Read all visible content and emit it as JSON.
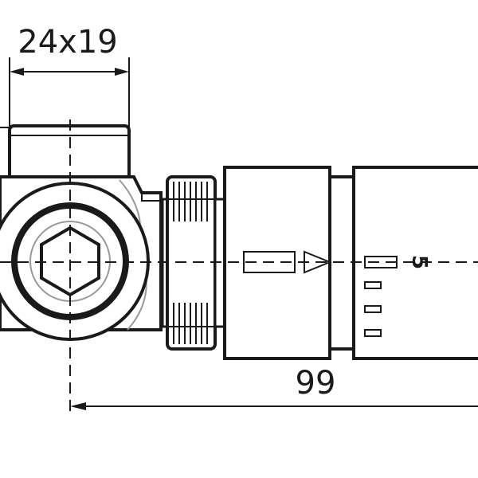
{
  "drawing": {
    "dimensions": {
      "wrench_size": "24x19",
      "length": "99"
    },
    "scale_marks": {
      "top_label": "5"
    },
    "colors": {
      "line": "#1a1a1a",
      "background": "#ffffff"
    }
  }
}
